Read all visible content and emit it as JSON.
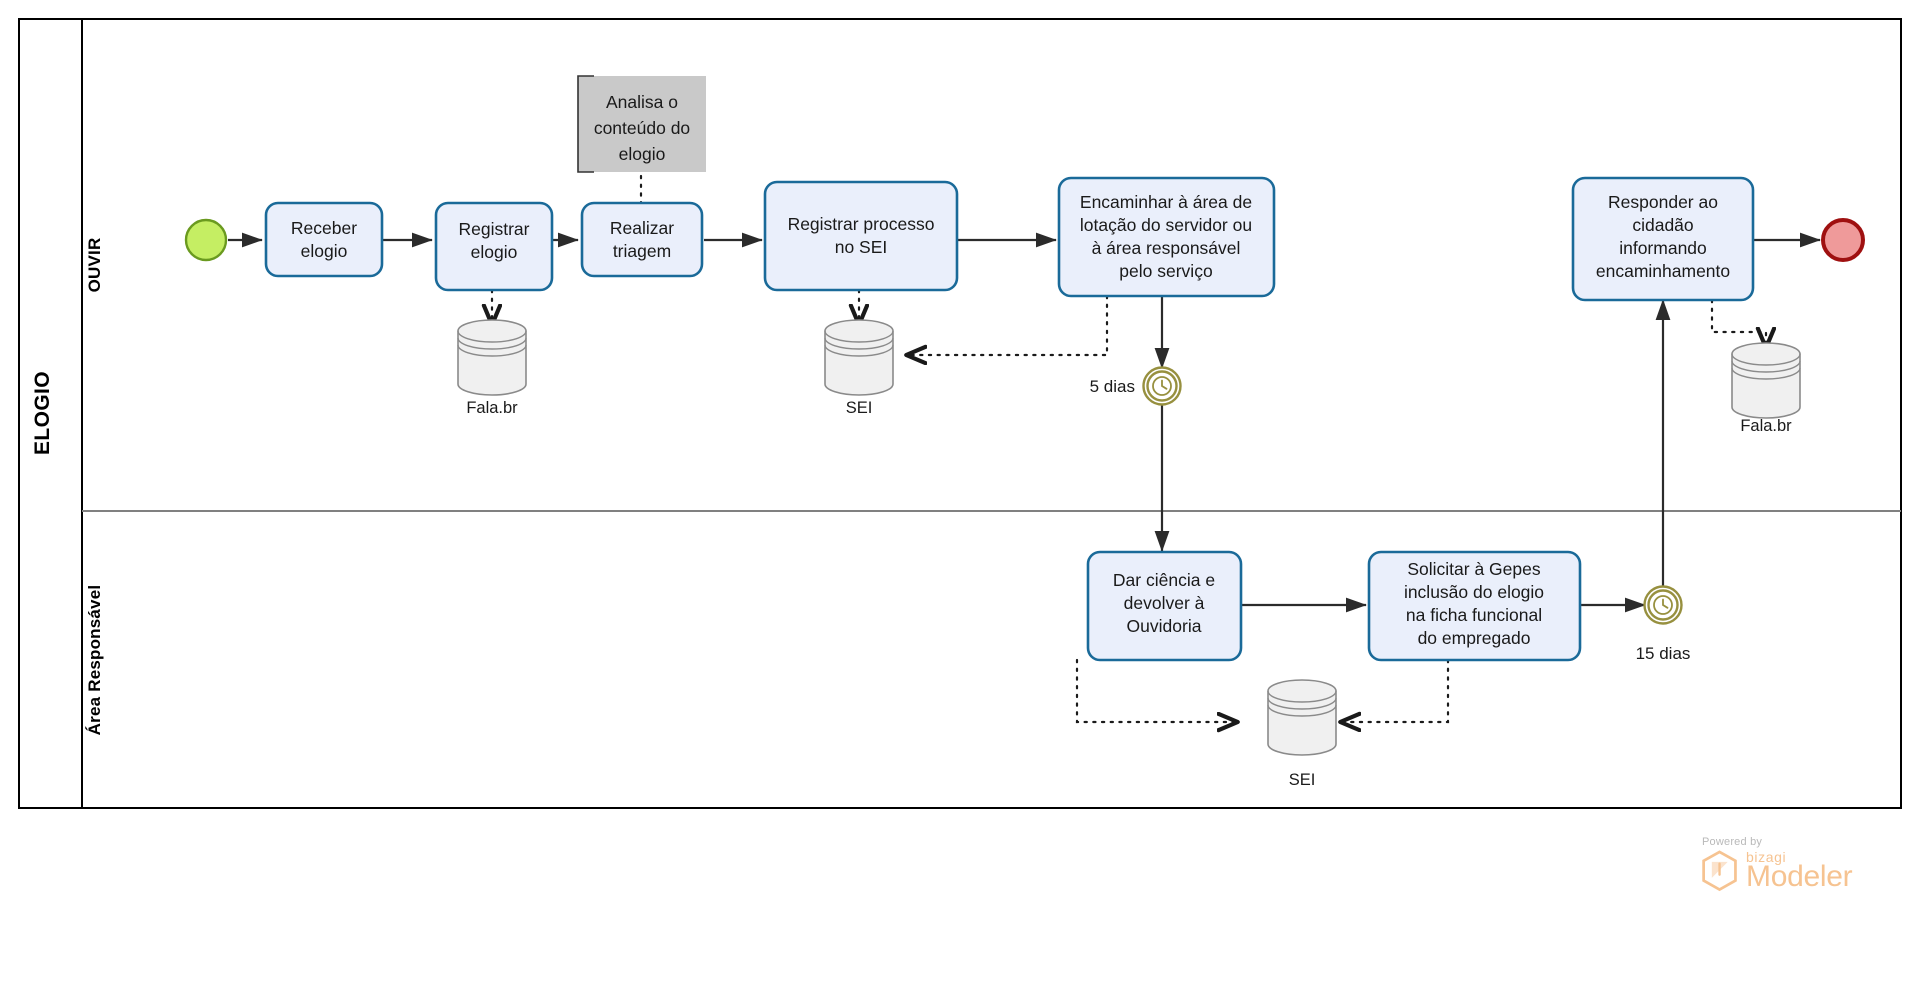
{
  "diagram": {
    "type": "bpmn-collaboration",
    "pool": {
      "name": "ELOGIO"
    },
    "lanes": [
      {
        "id": "ouvir",
        "name": "OUVIR"
      },
      {
        "id": "area",
        "name": "Área Responsável"
      }
    ],
    "events": {
      "start": {
        "name": "start-event",
        "type": "start",
        "color": "#c5ee63"
      },
      "end": {
        "name": "end-event",
        "type": "end",
        "color": "#ef9a9a"
      },
      "timer_5dias": {
        "label": "5 dias",
        "type": "timer-intermediate",
        "color": "#97903f"
      },
      "timer_15dias": {
        "label": "15 dias",
        "type": "timer-intermediate",
        "color": "#97903f"
      }
    },
    "tasks": [
      {
        "id": "t1",
        "lane": "ouvir",
        "lines": [
          "Receber",
          "elogio"
        ]
      },
      {
        "id": "t2",
        "lane": "ouvir",
        "lines": [
          "Registrar",
          "elogio"
        ]
      },
      {
        "id": "t3",
        "lane": "ouvir",
        "lines": [
          "Realizar",
          "triagem"
        ]
      },
      {
        "id": "t4",
        "lane": "ouvir",
        "lines": [
          "Registrar processo",
          "no SEI"
        ]
      },
      {
        "id": "t5",
        "lane": "ouvir",
        "lines": [
          "Encaminhar à área de",
          "lotação do servidor ou",
          "à área responsável",
          "pelo serviço"
        ]
      },
      {
        "id": "t6",
        "lane": "ouvir",
        "lines": [
          "Responder ao",
          "cidadão",
          "informando",
          "encaminhamento"
        ]
      },
      {
        "id": "t7",
        "lane": "area",
        "lines": [
          "Dar ciência e",
          "devolver à",
          "Ouvidoria"
        ]
      },
      {
        "id": "t8",
        "lane": "area",
        "lines": [
          "Solicitar à Gepes",
          "inclusão do elogio",
          "na ficha funcional",
          "do empregado"
        ]
      }
    ],
    "annotations": [
      {
        "id": "a1",
        "lines": [
          "Analisa o",
          "conteúdo do",
          "elogio"
        ],
        "attached_to": "t3"
      }
    ],
    "data_stores": [
      {
        "id": "ds1",
        "label": "Fala.br",
        "lane": "ouvir"
      },
      {
        "id": "ds2",
        "label": "SEI",
        "lane": "ouvir"
      },
      {
        "id": "ds3",
        "label": "Fala.br",
        "lane": "ouvir"
      },
      {
        "id": "ds4",
        "label": "SEI",
        "lane": "area"
      }
    ],
    "colors": {
      "task_fill": "#eaeffb",
      "task_stroke": "#1a6a99",
      "annotation_fill": "#c9c9c9",
      "store_fill": "#f0f0f0",
      "timer_stroke": "#97903f",
      "brand": "#f6c391"
    }
  },
  "branding": {
    "powered_by": "Powered by",
    "product_small": "bizagi",
    "product_large": "Modeler"
  }
}
